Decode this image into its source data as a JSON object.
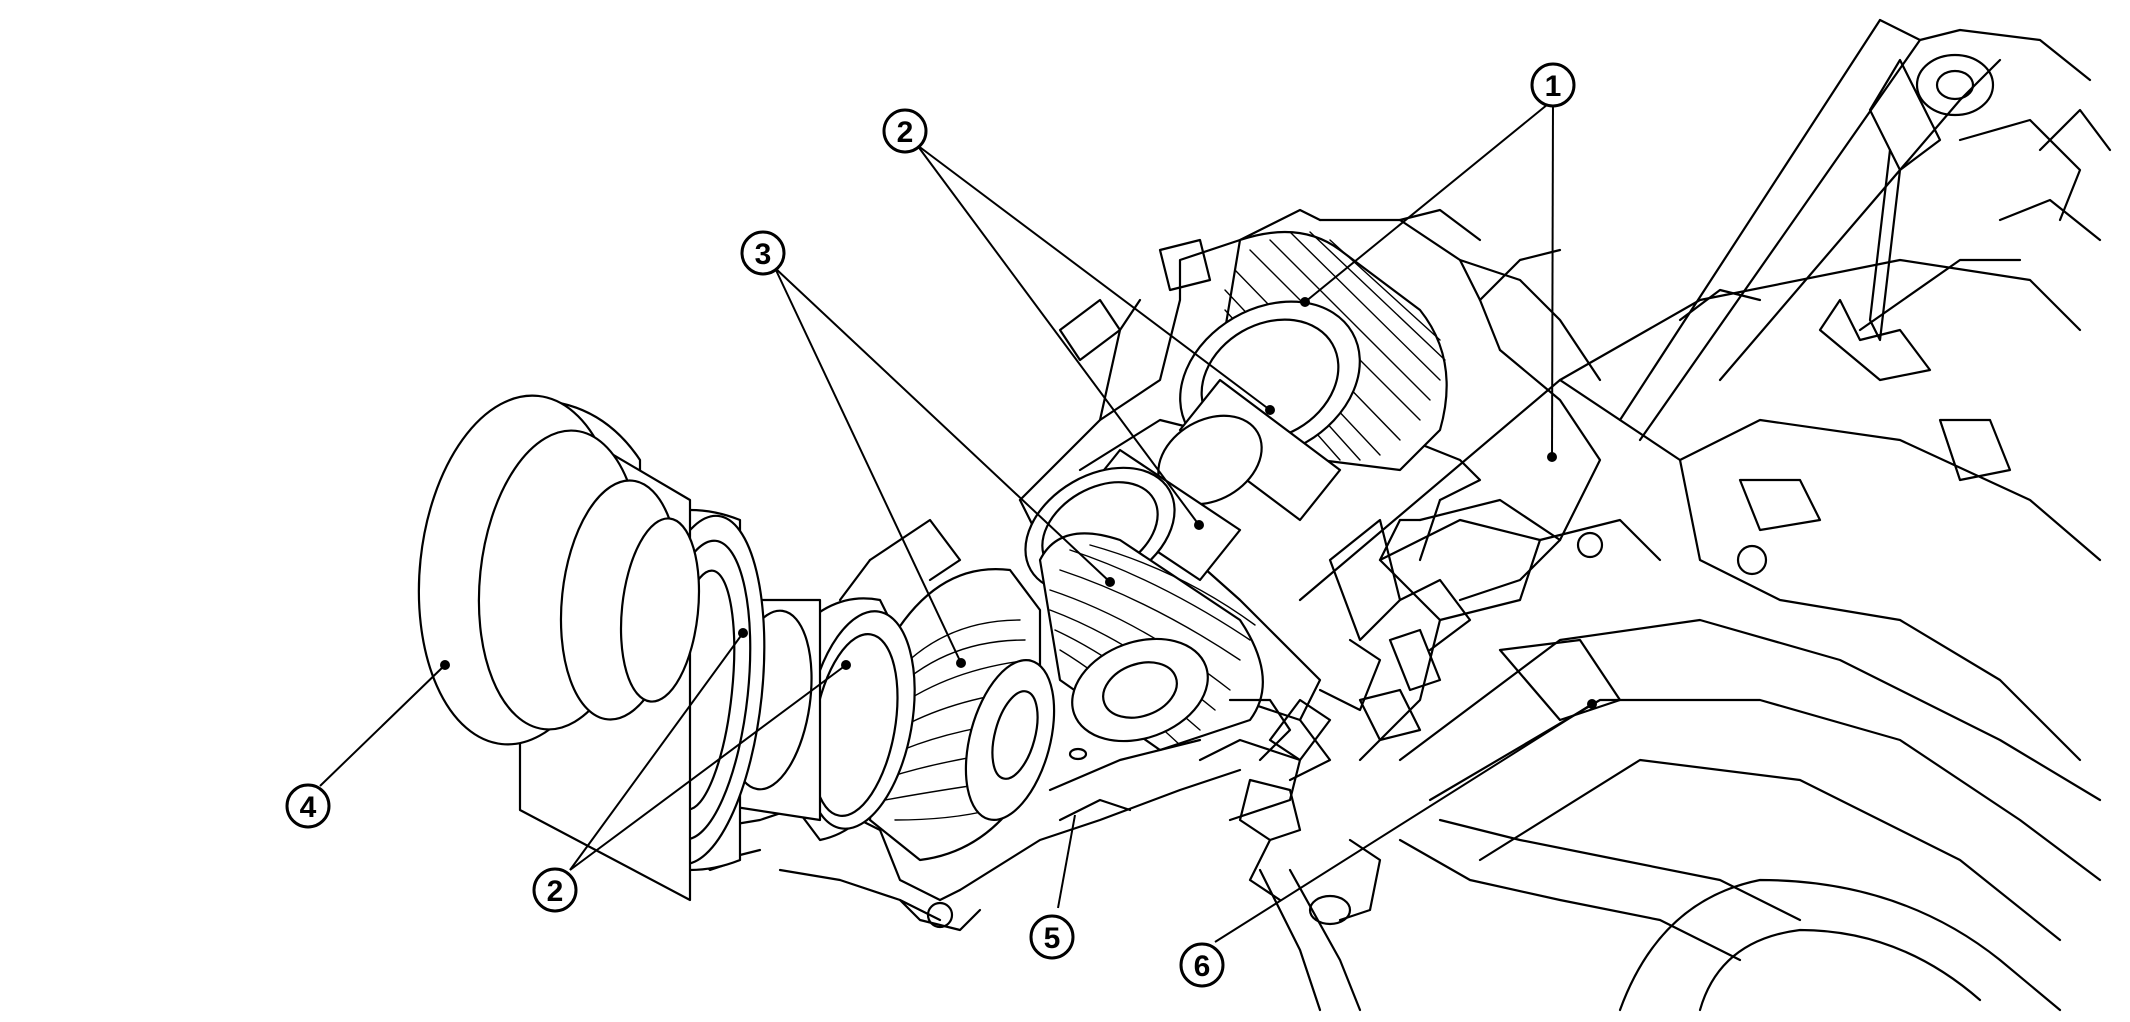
{
  "callouts": [
    {
      "id": "c1",
      "label": "1"
    },
    {
      "id": "c2a",
      "label": "2"
    },
    {
      "id": "c3",
      "label": "3"
    },
    {
      "id": "c4",
      "label": "4"
    },
    {
      "id": "c2b",
      "label": "2"
    },
    {
      "id": "c5",
      "label": "5"
    },
    {
      "id": "c6",
      "label": "6"
    }
  ]
}
